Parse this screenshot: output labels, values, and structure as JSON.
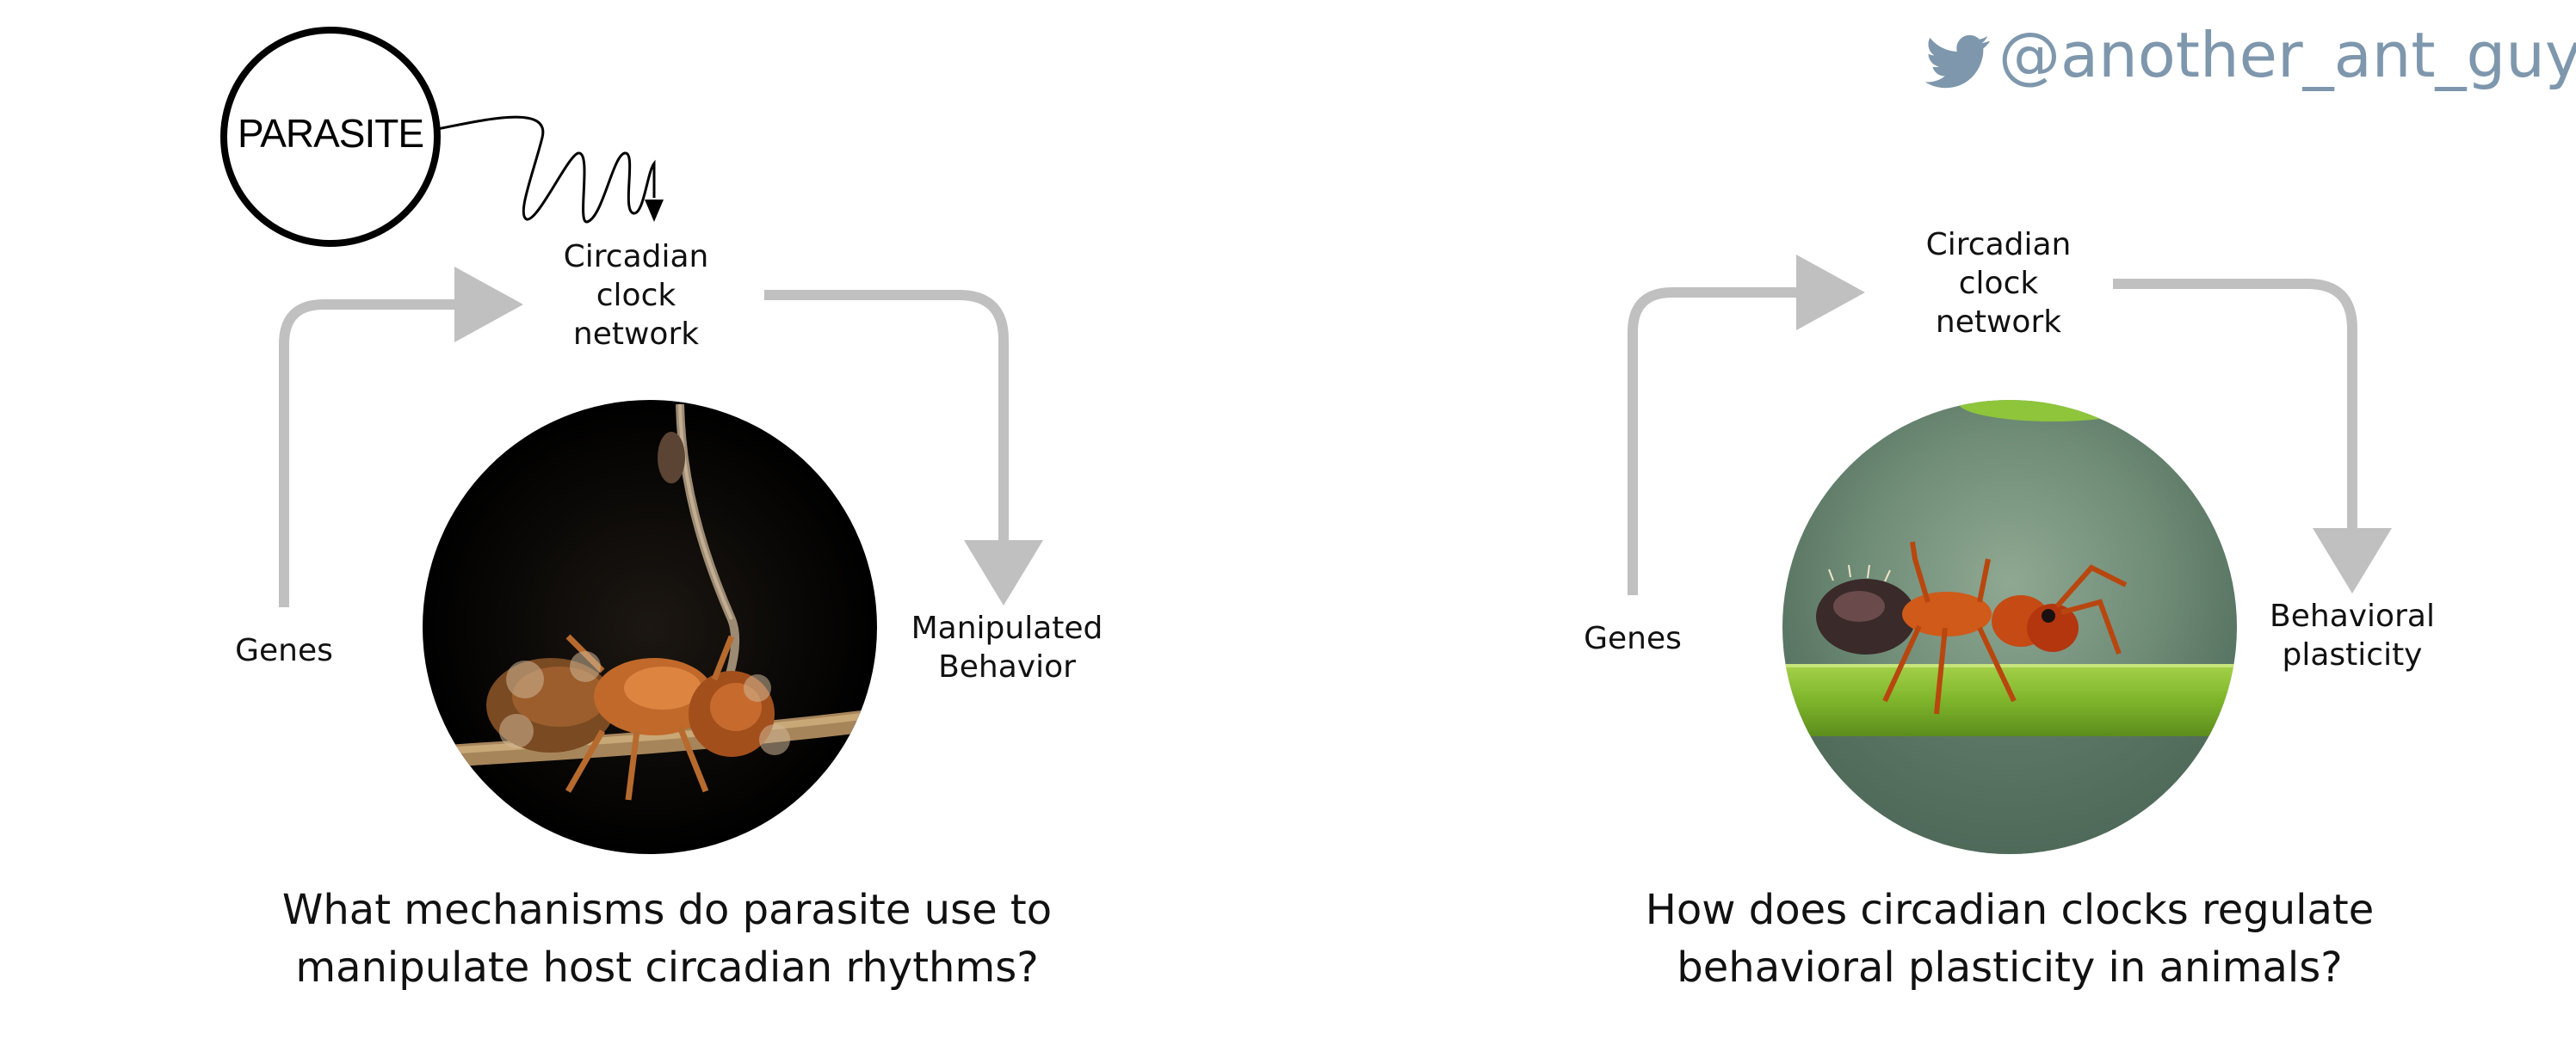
{
  "twitter": {
    "handle": "@another_ant_guy",
    "icon": "twitter-bird-icon",
    "color": "#7e97ad"
  },
  "parasite": {
    "label": "PARASITE"
  },
  "left_panel": {
    "clock_label": "Circadian\nclock\nnetwork",
    "input_label": "Genes",
    "output_label": "Manipulated\nBehavior",
    "photo": "fungus-infected-ant-photo",
    "question": "What mechanisms do parasite use to\nmanipulate host circadian rhythms?"
  },
  "right_panel": {
    "clock_label": "Circadian\nclock\nnetwork",
    "input_label": "Genes",
    "output_label": "Behavioral\nplasticity",
    "photo": "ant-on-stem-photo",
    "question": "How does circadian clocks regulate\nbehavioral plasticity in animals?"
  },
  "colors": {
    "arrow": "#c0c0c0",
    "text": "#111111"
  }
}
